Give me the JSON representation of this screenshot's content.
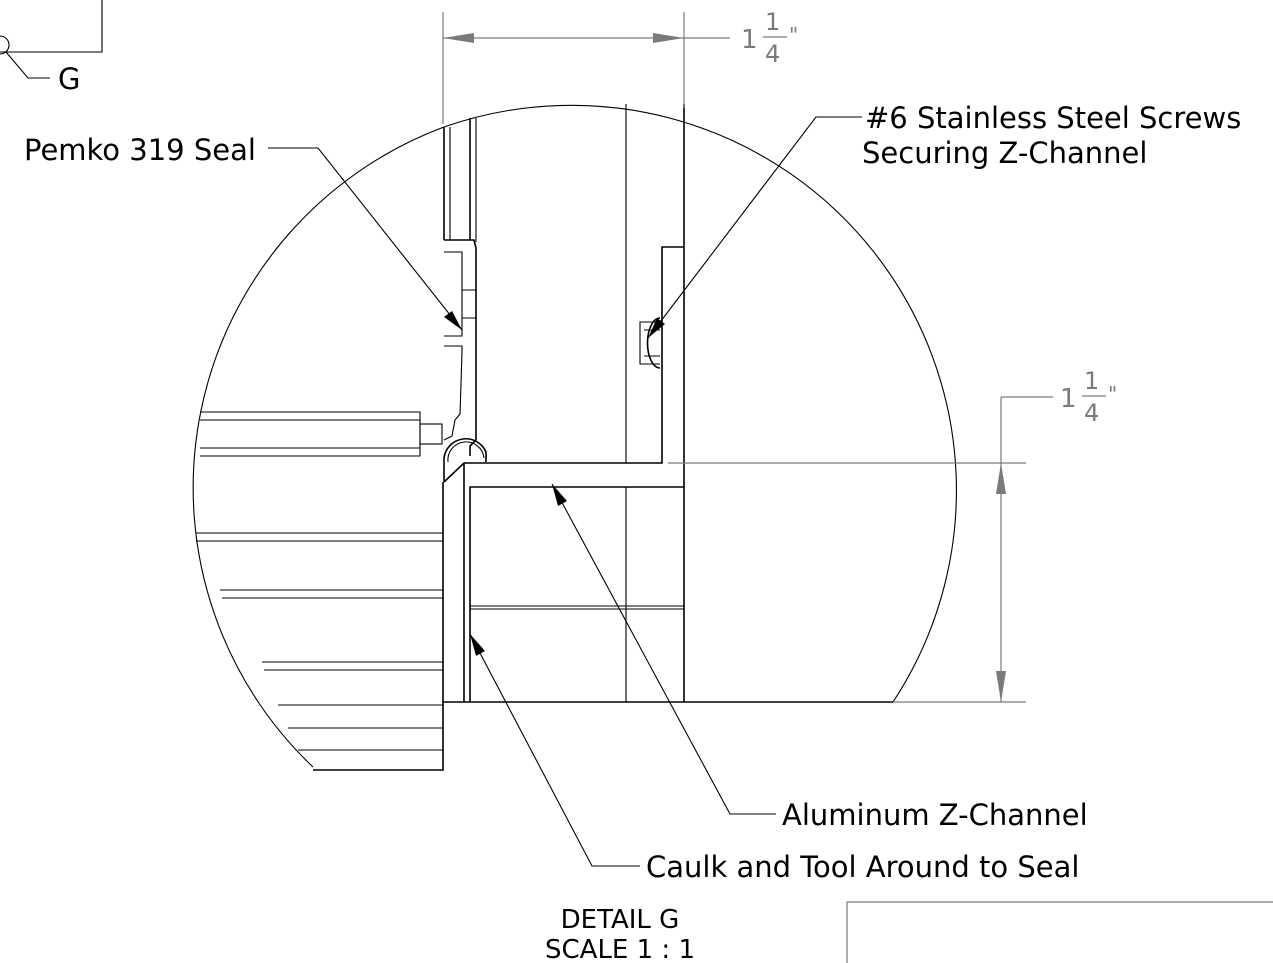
{
  "labels": {
    "seal": "Pemko 319 Seal",
    "screws_line1": "#6 Stainless Steel Screws",
    "screws_line2": "Securing Z-Channel",
    "z_channel": "Aluminum Z-Channel",
    "caulk": "Caulk and Tool Around to Seal",
    "detail_callout": "G"
  },
  "dimensions": {
    "top": {
      "whole": "1",
      "numerator": "1",
      "denominator": "4",
      "unit": "\""
    },
    "right": {
      "whole": "1",
      "numerator": "1",
      "denominator": "4",
      "unit": "\""
    }
  },
  "title_block": {
    "line1": "DETAIL G",
    "line2": "SCALE 1 : 1"
  }
}
